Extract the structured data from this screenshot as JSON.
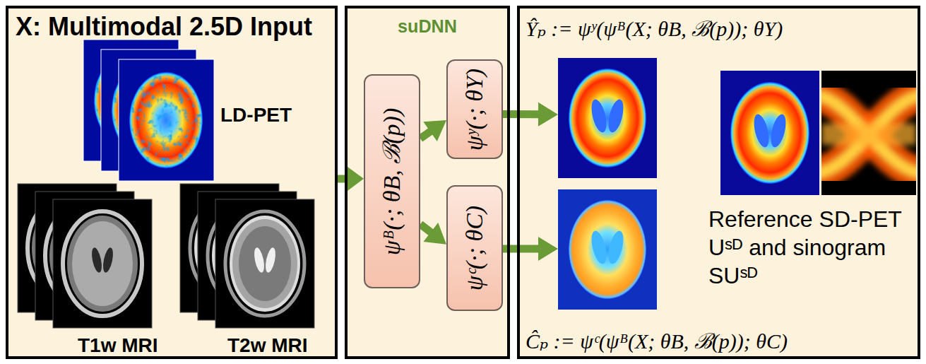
{
  "diagram": {
    "nodes": [
      {
        "text": [
          "X: Multimodal 2.5D Input"
        ]
      },
      {
        "text": [
          "suDNN"
        ]
      },
      {
        "text": [
          "ψᴮ(·; θB, ℬ(p))"
        ],
        "in": 1
      },
      {
        "text": [
          "ψʸ(·; θY)"
        ],
        "in": 1
      },
      {
        "text": [
          "ψᶜ(·; θC)"
        ],
        "in": 1
      },
      {
        "text": [
          "Reference SD-PET Uˢᴰ and sinogram SUˢᴰ"
        ]
      },
      {
        "text": [
          "Ŷₚ := ψʸ(ψᴮ(X; θB, ℬ(p)); θY)"
        ],
        "in": 5
      },
      {
        "text": [
          "Ĉₚ := ψᶜ(ψᴮ(X; θB, ℬ(p)); θC)"
        ],
        "in": 5
      }
    ],
    "edges": [
      {
        "from": 0,
        "to": 2,
        "arrow": "to"
      },
      {
        "from": 2,
        "to": 3,
        "arrow": "to"
      },
      {
        "from": 2,
        "to": 4,
        "arrow": "to"
      },
      {
        "from": 3,
        "to": 6,
        "arrow": "to"
      },
      {
        "from": 4,
        "to": 7,
        "arrow": "to"
      }
    ],
    "labels": [
      "LD-PET",
      "T1w MRI",
      "T2w MRI"
    ]
  }
}
